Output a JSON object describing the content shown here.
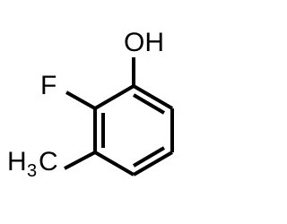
{
  "molecule": {
    "hydroxyl": {
      "label": "OH",
      "color": "#000000"
    },
    "fluoro": {
      "label": "F",
      "color": "#8b2ba8"
    },
    "methyl": {
      "label": "H",
      "subscript": "3",
      "suffix": "C",
      "color": "#000000"
    },
    "bond_color": "#000000",
    "background": "#ffffff"
  }
}
